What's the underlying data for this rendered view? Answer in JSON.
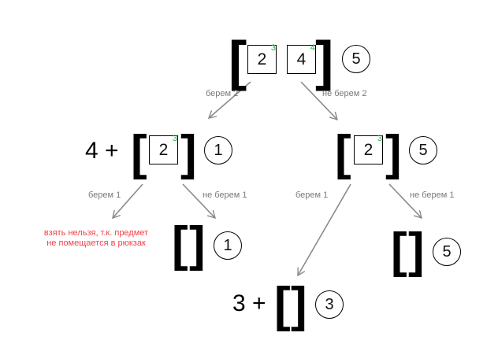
{
  "colors": {
    "text": "#111111",
    "edge": "#8a8a8a",
    "superscript": "#26b24b",
    "warning": "#f0404a"
  },
  "root": {
    "items": [
      {
        "value": "2",
        "weight": "3"
      },
      {
        "value": "4",
        "weight": "4"
      }
    ],
    "capacity": "5"
  },
  "node_left": {
    "prefix": "4 +",
    "items": [
      {
        "value": "2",
        "weight": "3"
      }
    ],
    "capacity": "1"
  },
  "node_right": {
    "items": [
      {
        "value": "2",
        "weight": "3"
      }
    ],
    "capacity": "5"
  },
  "leaf_left_empty": {
    "capacity": "1"
  },
  "leaf_right_empty": {
    "capacity": "5"
  },
  "leaf_bottom": {
    "prefix": "3 +",
    "capacity": "3"
  },
  "edges": {
    "take_2": "берем 2",
    "skip_2": "не берем 2",
    "left_take_1": "берем 1",
    "left_skip_1": "не берем 1",
    "right_take_1": "берем 1",
    "right_skip_1": "не берем 1"
  },
  "warning": {
    "line1": "взять нельзя, т.к. предмет",
    "line2": "не помещается в рюкзак"
  }
}
